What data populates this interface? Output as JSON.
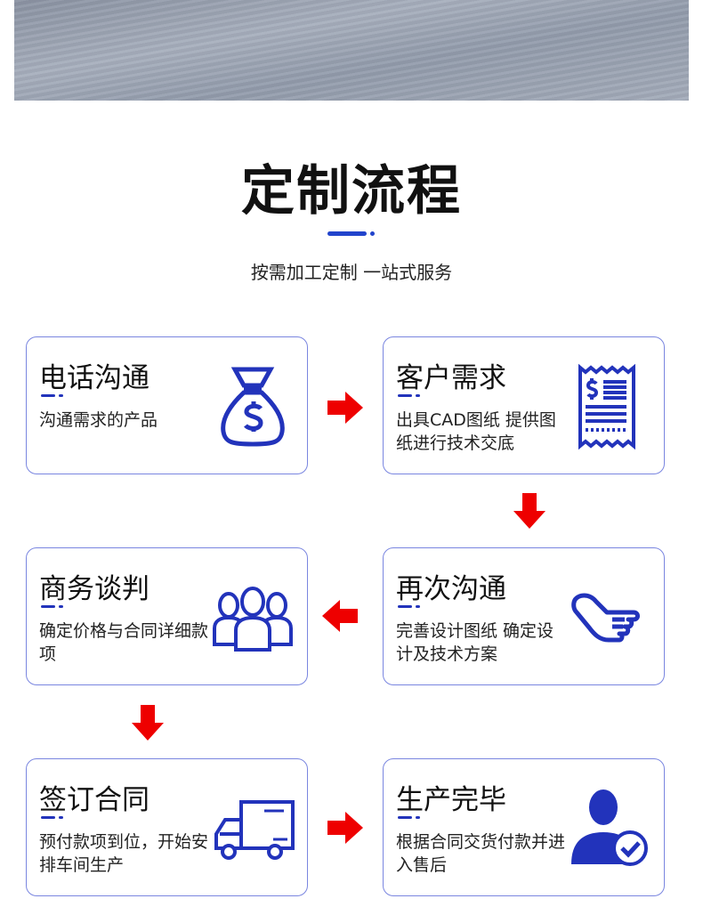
{
  "header": {
    "title": "定制流程",
    "subtitle": "按需加工定制 一站式服务"
  },
  "accent": "#2233bb",
  "arrow_color": "#ee0000",
  "steps": [
    {
      "title": "电话沟通",
      "desc": "沟通需求的产品",
      "icon": "money-bag-icon"
    },
    {
      "title": "客户需求",
      "desc": "出具CAD图纸 提供图纸进行技术交底",
      "icon": "receipt-icon"
    },
    {
      "title": "再次沟通",
      "desc": "完善设计图纸 确定设计及技术方案",
      "icon": "pointing-hand-icon"
    },
    {
      "title": "商务谈判",
      "desc": "确定价格与合同详细款项",
      "icon": "team-icon"
    },
    {
      "title": "签订合同",
      "desc": "预付款项到位，开始安排车间生产",
      "icon": "truck-icon"
    },
    {
      "title": "生产完毕",
      "desc": "根据合同交货付款并进入售后",
      "icon": "user-check-icon"
    }
  ]
}
